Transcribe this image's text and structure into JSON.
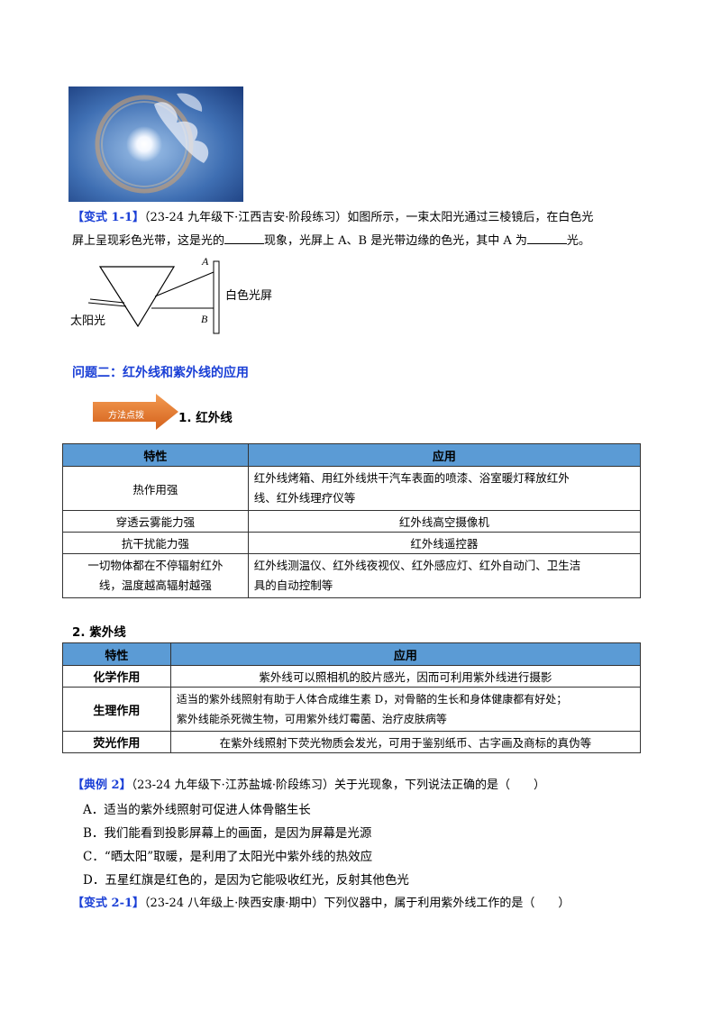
{
  "variant_1_1": {
    "label": "【变式 1-1】",
    "source": "（23-24 九年级下·江西吉安·阶段练习）",
    "text_a": "如图所示，一束太阳光通过三棱镜后，在白色光",
    "text_b": "屏上呈现彩色光带，这是光的",
    "text_c": "现象，光屏上 A、B 是光带边缘的色光，其中 A 为",
    "text_d": "光。"
  },
  "prism_diagram": {
    "label_a": "A",
    "label_b": "B",
    "screen_label": "白色光屏",
    "sun_label": "太阳光"
  },
  "section2": {
    "title": "问题二：红外线和紫外线的应用",
    "badge": "方法点拨",
    "sub1": "1. 红外线",
    "sub2": "2. 紫外线"
  },
  "infrared_table": {
    "headers": [
      "特性",
      "应用"
    ],
    "rows": [
      [
        "热作用强",
        "红外线烤箱、用红外线烘干汽车表面的喷漆、浴室暖灯释放红外",
        "线、红外线理疗仪等"
      ],
      [
        "穿透云雾能力强",
        "红外线高空摄像机"
      ],
      [
        "抗干扰能力强",
        "红外线遥控器"
      ],
      [
        "一切物体都在不停辐射红外",
        "线，温度越高辐射越强",
        "红外线测温仪、红外线夜视仪、红外感应灯、红外自动门、卫生洁",
        "具的自动控制等"
      ]
    ]
  },
  "uv_table": {
    "headers": [
      "特性",
      "应用"
    ],
    "rows": [
      [
        "化学作用",
        "紫外线可以照相机的胶片感光，因而可利用紫外线进行摄影"
      ],
      [
        "生理作用",
        "适当的紫外线照射有助于人体合成维生素 D，对骨骼的生长和身体健康都有好处；",
        "紫外线能杀死微生物，可用紫外线灯霉菌、治疗皮肤病等"
      ],
      [
        "荧光作用",
        "在紫外线照射下荧光物质会发光，可用于鉴别纸币、古字画及商标的真伪等"
      ]
    ]
  },
  "example2": {
    "label": "【典例 2】",
    "text": "（23-24 九年级下·江苏盐城·阶段练习）关于光现象，下列说法正确的是（　　）",
    "options": [
      "A．适当的紫外线照射可促进人体骨骼生长",
      "B．我们能看到投影屏幕上的画面，是因为屏幕是光源",
      "C．“晒太阳”取暖，是利用了太阳光中紫外线的热效应",
      "D．五星红旗是红色的，是因为它能吸收红光，反射其他色光"
    ]
  },
  "variant_2_1": {
    "label": "【变式 2-1】",
    "text": "（23-24 八年级上·陕西安康·期中）下列仪器中，属于利用紫外线工作的是（　　）"
  }
}
